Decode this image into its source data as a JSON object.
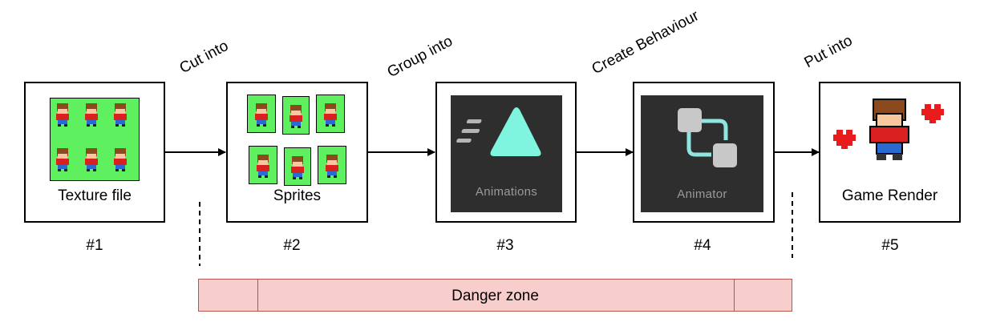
{
  "nodes": [
    {
      "id": 1,
      "label": "Texture file",
      "number": "#1"
    },
    {
      "id": 2,
      "label": "Sprites",
      "number": "#2"
    },
    {
      "id": 3,
      "label": "Animations",
      "number": "#3"
    },
    {
      "id": 4,
      "label": "Animator",
      "number": "#4"
    },
    {
      "id": 5,
      "label": "Game Render",
      "number": "#5"
    }
  ],
  "edges": [
    {
      "from": 1,
      "to": 2,
      "label": "Cut into"
    },
    {
      "from": 2,
      "to": 3,
      "label": "Group into"
    },
    {
      "from": 3,
      "to": 4,
      "label": "Create Behaviour"
    },
    {
      "from": 4,
      "to": 5,
      "label": "Put into"
    }
  ],
  "danger_zone": {
    "label": "Danger zone"
  },
  "colors": {
    "sprite_background": "#5ef05e",
    "danger_fill": "#f8cecc",
    "danger_border": "#b85450",
    "animations_icon": "#7ff5e0",
    "animator_icon": "#c8c8c8",
    "animator_connector": "#8fe6e0",
    "heart": "#e81c1c",
    "dark_tile": "#2e2e2e"
  }
}
